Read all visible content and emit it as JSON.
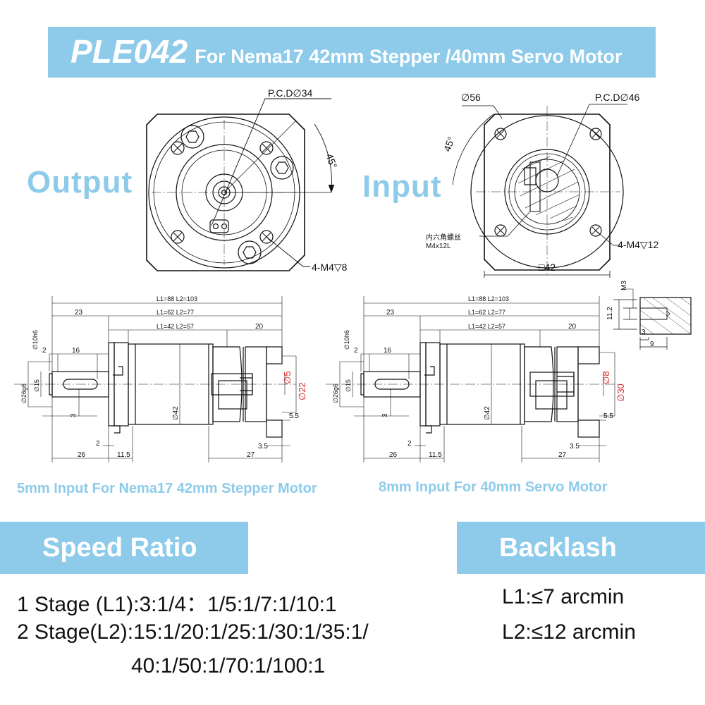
{
  "header": {
    "model": "PLE042",
    "subtitle": "For Nema17 42mm Stepper /40mm Servo Motor"
  },
  "views": {
    "output_label": "Output",
    "input_label": "Input",
    "output_pcd": "P.C.D∅34",
    "output_angle": "45°",
    "output_thread": "4-M4▽8",
    "input_outer": "∅56",
    "input_pcd": "P.C.D∅46",
    "input_angle": "45°",
    "input_screw_cn": "内六角螺丝",
    "input_screw_size": "M4x12L",
    "input_thread": "4-M4▽12",
    "input_square": "□42"
  },
  "detail": {
    "m3": "M3",
    "h": "11.2",
    "a": "3",
    "b": "9"
  },
  "drawings": {
    "l1_88": "L1=88   L2=103",
    "l1_62": "L1=62   L2=77",
    "l1_42": "L1=42   L2=57",
    "d23": "23",
    "d20": "20",
    "d10": "∅10h6",
    "d2a": "2",
    "d16": "16",
    "d26": "∅26g6",
    "d15": "∅15",
    "d3": "3",
    "d42": "∅42",
    "d55": "5.5",
    "d35": "3.5",
    "d2b": "2",
    "d26b": "26",
    "d115": "11.5",
    "d27": "27",
    "left_bore": "∅5",
    "left_pilot": "∅22",
    "right_bore": "∅8",
    "right_pilot": "∅30"
  },
  "captions": {
    "left": "5mm Input For Nema17 42mm Stepper Motor",
    "right": "8mm Input For 40mm Servo Motor"
  },
  "speed_ratio": {
    "heading": "Speed Ratio",
    "stage1": "1 Stage (L1):3:1/4：1/5:1/7:1/10:1",
    "stage2a": "2 Stage(L2):15:1/20:1/25:1/30:1/35:1/",
    "stage2b": "40:1/50:1/70:1/100:1"
  },
  "backlash": {
    "heading": "Backlash",
    "l1": "L1:≤7 arcmin",
    "l2": "L2:≤12 arcmin"
  },
  "colors": {
    "accent": "#8ecbea",
    "dim_red": "#d42b2b"
  }
}
